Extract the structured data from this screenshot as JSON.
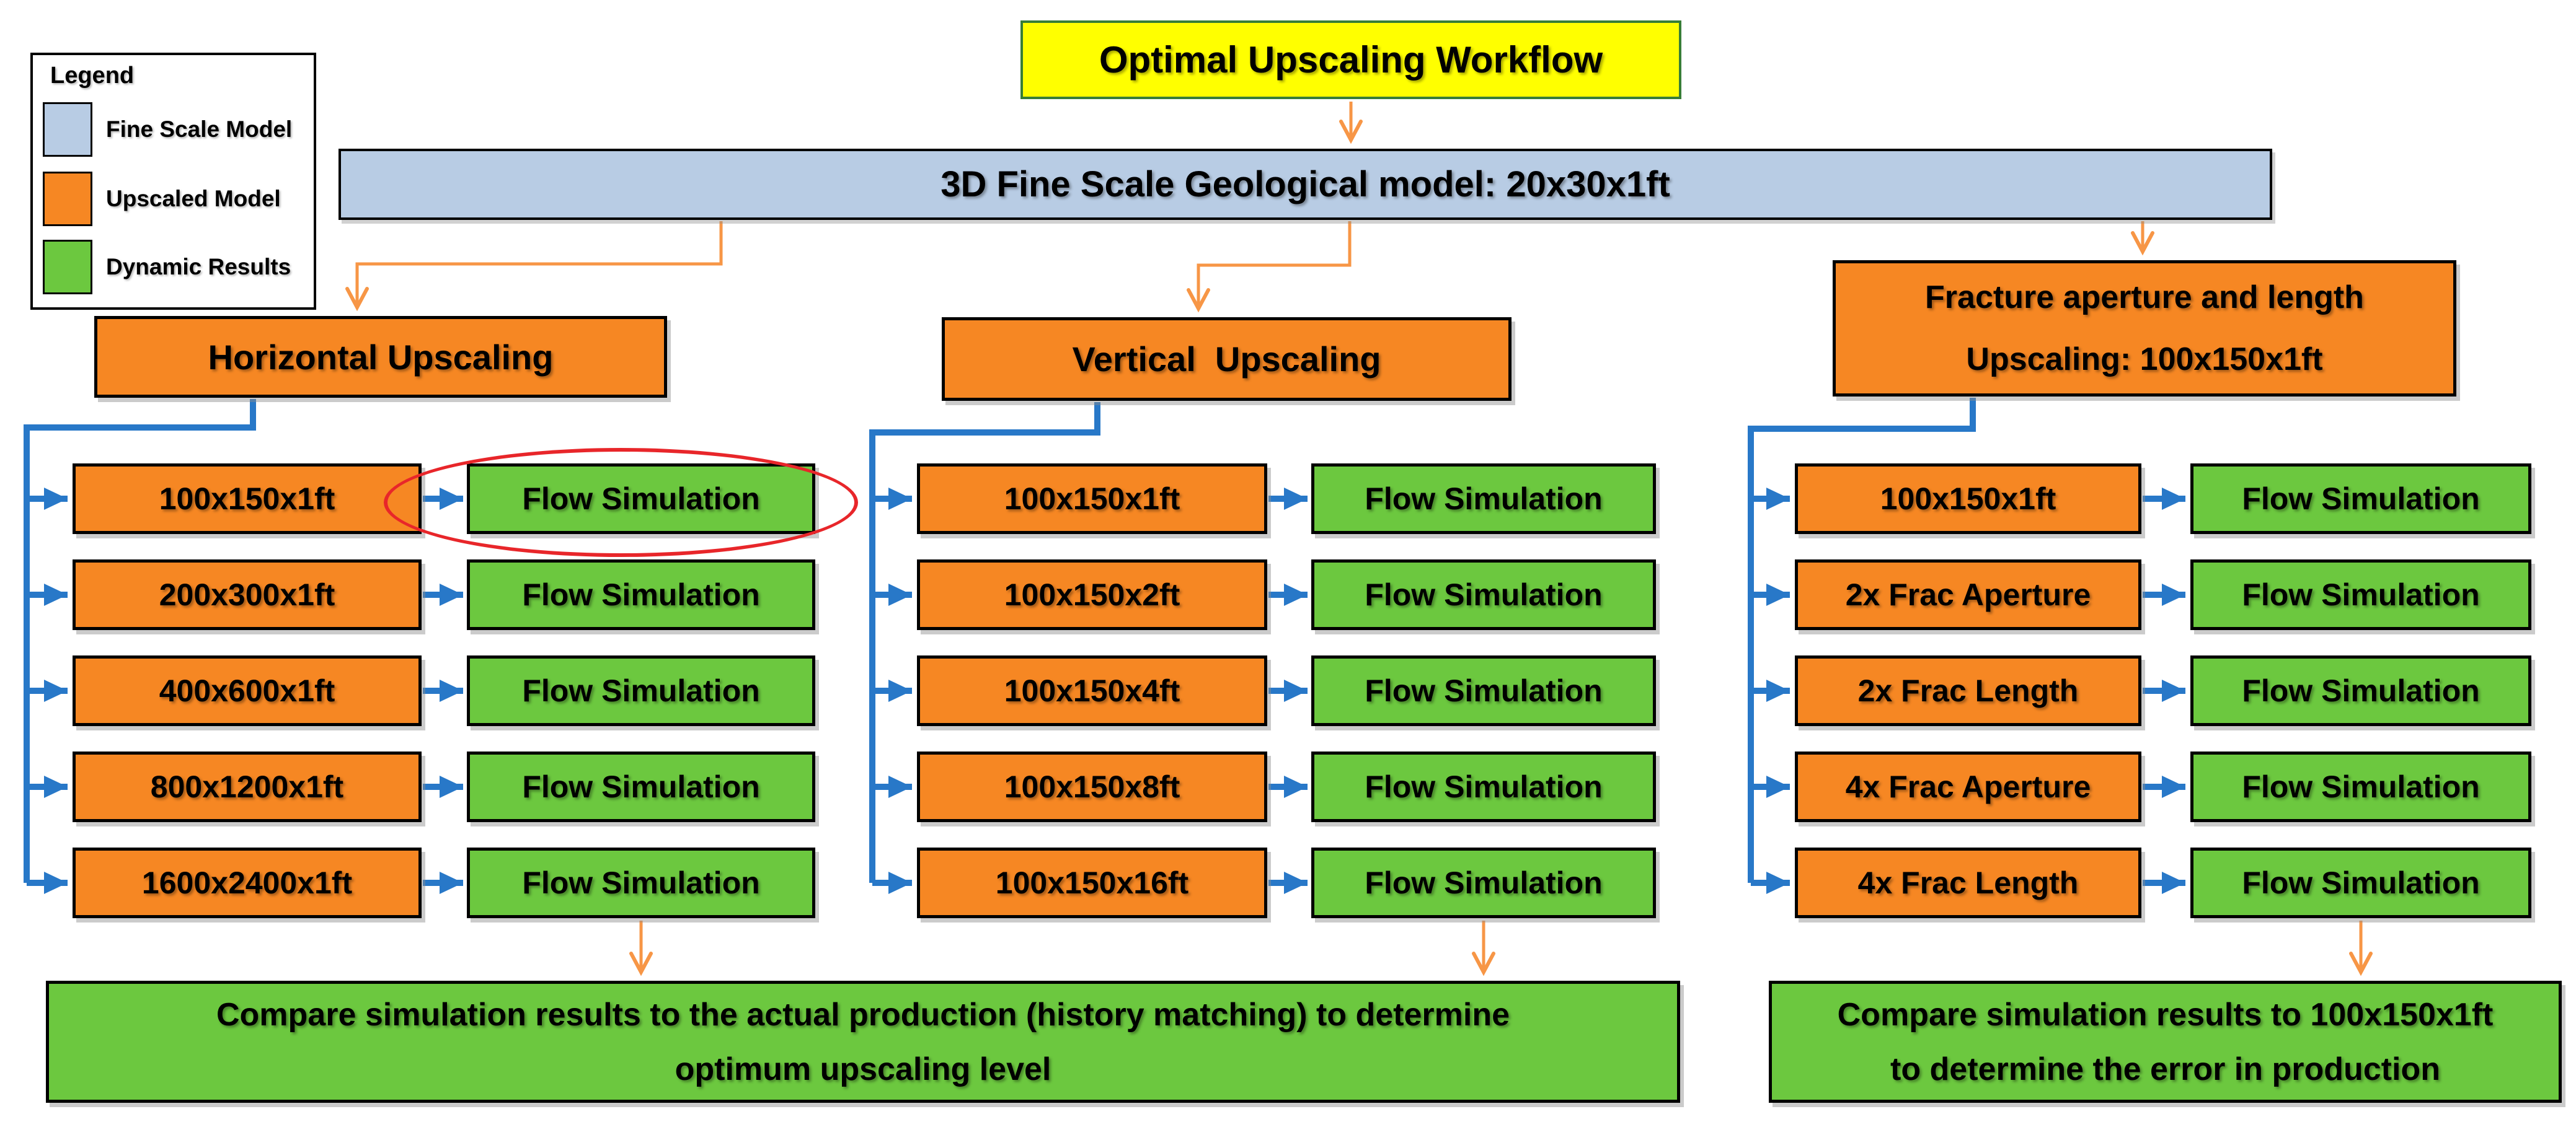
{
  "diagram_title": "Optimal Upscaling Workflow",
  "fine_scale_box": "3D Fine Scale Geological model: 20x30x1ft",
  "legend": {
    "title": "Legend",
    "items": [
      {
        "label": "Fine Scale Model",
        "color": "#b8cce4"
      },
      {
        "label": "Upscaled Model",
        "color": "#f68723"
      },
      {
        "label": "Dynamic Results",
        "color": "#6cc83f"
      }
    ]
  },
  "columns": [
    {
      "header": "Horizontal Upscaling",
      "rows": [
        {
          "model": "100x150x1ft",
          "result": "Flow Simulation"
        },
        {
          "model": "200x300x1ft",
          "result": "Flow Simulation"
        },
        {
          "model": "400x600x1ft",
          "result": "Flow Simulation"
        },
        {
          "model": "800x1200x1ft",
          "result": "Flow Simulation"
        },
        {
          "model": "1600x2400x1ft",
          "result": "Flow Simulation"
        }
      ]
    },
    {
      "header": "Vertical  Upscaling",
      "rows": [
        {
          "model": "100x150x1ft",
          "result": "Flow Simulation"
        },
        {
          "model": "100x150x2ft",
          "result": "Flow Simulation"
        },
        {
          "model": "100x150x4ft",
          "result": "Flow Simulation"
        },
        {
          "model": "100x150x8ft",
          "result": "Flow Simulation"
        },
        {
          "model": "100x150x16ft",
          "result": "Flow Simulation"
        }
      ]
    },
    {
      "header": "Fracture aperture and length\nUpscaling: 100x150x1ft",
      "rows": [
        {
          "model": "100x150x1ft",
          "result": "Flow Simulation"
        },
        {
          "model": "2x Frac Aperture",
          "result": "Flow Simulation"
        },
        {
          "model": "2x Frac Length",
          "result": "Flow Simulation"
        },
        {
          "model": "4x Frac Aperture",
          "result": "Flow Simulation"
        },
        {
          "model": "4x Frac Length",
          "result": "Flow Simulation"
        }
      ]
    }
  ],
  "conclusions": {
    "history_matching": "Compare simulation results to the actual production (history matching) to determine\noptimum upscaling level",
    "error_in_production": "Compare simulation results to 100x150x1ft\nto determine the error in production"
  },
  "colors": {
    "title_bg": "#ffff00",
    "title_border": "#377d37",
    "fine_scale_bg": "#b8cce4",
    "upscaled_bg": "#f68723",
    "dynamic_results_bg": "#6cc83f",
    "arrow_blue": "#2878c8",
    "arrow_orange": "#f79646",
    "highlight_red": "#e8262a",
    "box_border": "#000000"
  }
}
